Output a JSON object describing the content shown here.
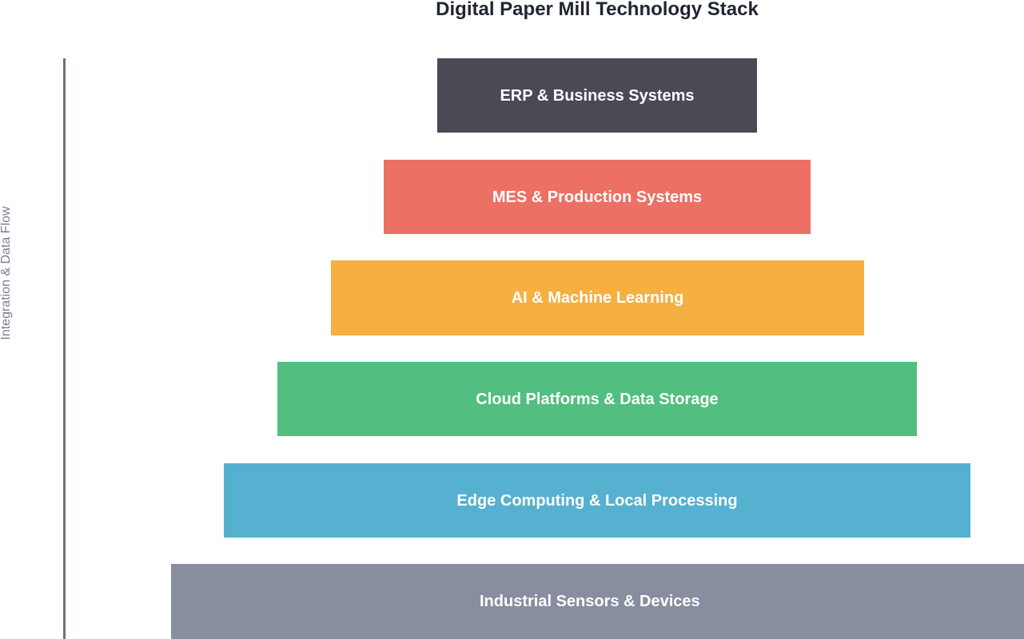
{
  "diagram": {
    "title": "Digital Paper Mill Technology Stack",
    "axis_label": "Integration & Data Flow",
    "layers": [
      {
        "label": "ERP & Business Systems",
        "color": "#4a4a55"
      },
      {
        "label": "MES & Production Systems",
        "color": "#ec7063"
      },
      {
        "label": "AI & Machine Learning",
        "color": "#f5b041"
      },
      {
        "label": "Cloud Platforms & Data Storage",
        "color": "#52be80"
      },
      {
        "label": "Edge Computing & Local Processing",
        "color": "#56b0cf"
      },
      {
        "label": "Industrial Sensors & Devices",
        "color": "#888ea0"
      }
    ]
  }
}
